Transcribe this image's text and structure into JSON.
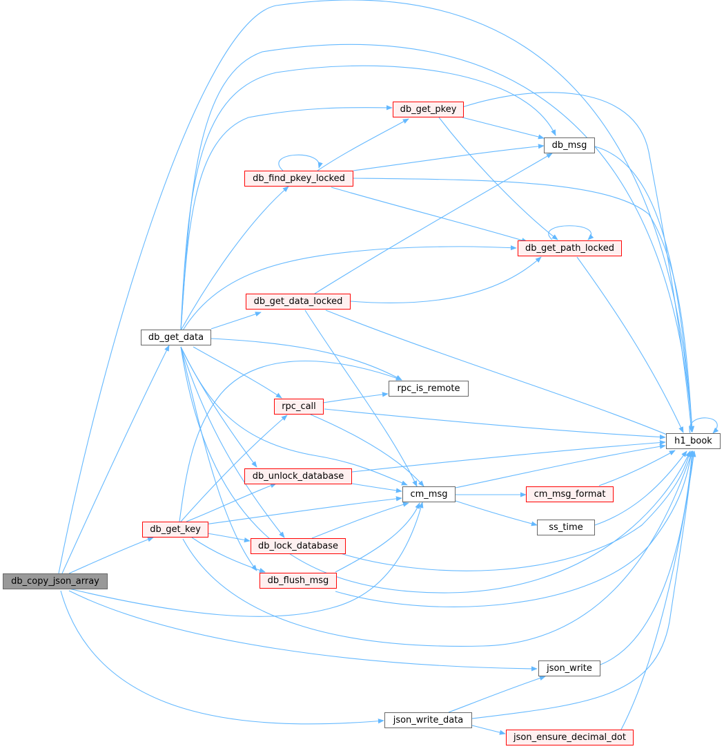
{
  "graph": {
    "root_color": "#999999",
    "node_border_color": "#666666",
    "truncated_border_color": "#ff0000",
    "truncated_fill_color": "#fff0f0",
    "edge_color": "#63b8ff",
    "nodes": {
      "db_copy_json_array": "db_copy_json_array",
      "db_get_data": "db_get_data",
      "db_get_key": "db_get_key",
      "db_get_pkey": "db_get_pkey",
      "db_find_pkey_locked": "db_find_pkey_locked",
      "db_msg": "db_msg",
      "db_get_path_locked": "db_get_path_locked",
      "db_get_data_locked": "db_get_data_locked",
      "rpc_is_remote": "rpc_is_remote",
      "rpc_call": "rpc_call",
      "h1_book": "h1_book",
      "db_unlock_database": "db_unlock_database",
      "cm_msg": "cm_msg",
      "cm_msg_format": "cm_msg_format",
      "ss_time": "ss_time",
      "db_lock_database": "db_lock_database",
      "db_flush_msg": "db_flush_msg",
      "json_write": "json_write",
      "json_write_data": "json_write_data",
      "json_ensure_decimal_dot": "json_ensure_decimal_dot"
    }
  }
}
